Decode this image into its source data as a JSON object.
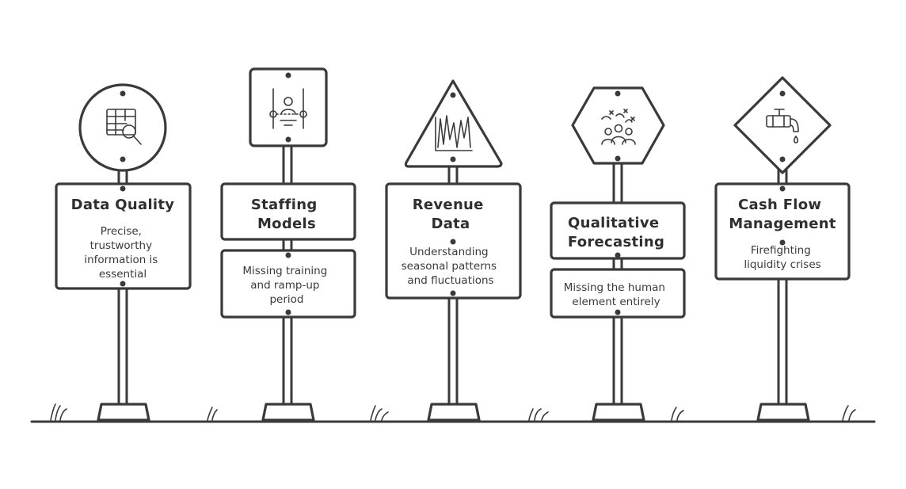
{
  "signs": [
    {
      "title_lines": [
        "Data Quality"
      ],
      "desc_lines": [
        "Precise,",
        "trustworthy",
        "information is",
        "essential"
      ],
      "icon": "data-table-search-icon",
      "shape": "circle"
    },
    {
      "title_lines": [
        "Staffing",
        "Models"
      ],
      "desc_lines": [
        "Missing training",
        "and ramp-up",
        "period"
      ],
      "icon": "person-on-scale-icon",
      "shape": "square"
    },
    {
      "title_lines": [
        "Revenue",
        "Data"
      ],
      "desc_lines": [
        "Understanding",
        "seasonal patterns",
        "and fluctuations"
      ],
      "icon": "fluctuating-chart-icon",
      "shape": "triangle"
    },
    {
      "title_lines": [
        "Qualitative",
        "Forecasting"
      ],
      "desc_lines": [
        "Missing the human",
        "element entirely"
      ],
      "icon": "people-group-icon",
      "shape": "hexagon"
    },
    {
      "title_lines": [
        "Cash Flow",
        "Management"
      ],
      "desc_lines": [
        "Firefighting",
        "liquidity crises"
      ],
      "icon": "leaking-faucet-icon",
      "shape": "diamond"
    }
  ]
}
